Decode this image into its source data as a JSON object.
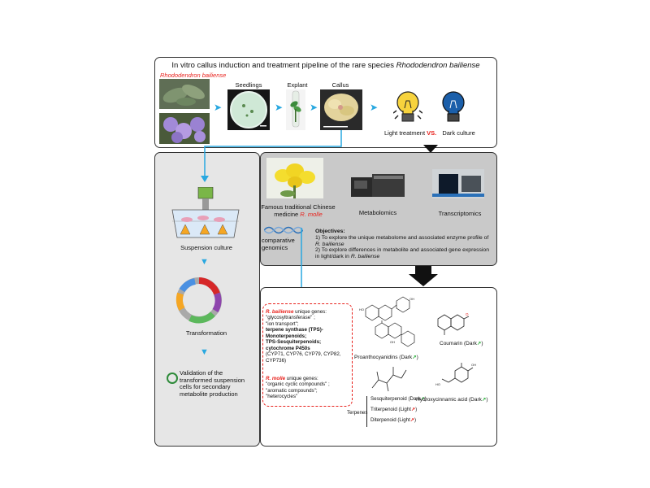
{
  "top_panel": {
    "title_text": "In vitro callus induction and treatment pipeline of the rare species ",
    "title_species": "Rhododendron bailiense",
    "species_label": "Rhododendron bailiense",
    "steps": [
      "Seedlings",
      "Explant",
      "Callus"
    ],
    "light_label": "Light treatment",
    "vs_label": "VS.",
    "dark_label": "Dark culture"
  },
  "left_panel": {
    "suspension_label": "Suspension culture",
    "transformation_label": "Transformation",
    "validation_text": "Validation of the transformed suspension cells for secondary metabolite production"
  },
  "middle_panel": {
    "medicine_line1": "Famous traditional Chinese",
    "medicine_line2": "medicine ",
    "medicine_species": "R. molle",
    "metabolomics_label": "Metabolomics",
    "transcriptomics_label": "Transcriptomics",
    "genomics_line1": "comparative",
    "genomics_line2": "genomics",
    "objectives_title": "Objectives:",
    "objective1_text": "1) To explore the unique metabolome and associated enzyme profile of ",
    "objective1_species": "R. bailiense",
    "objective2_text": "2) To explore differences in metabolite and associated gene expression in light/dark in ",
    "objective2_species": "R. bailiense"
  },
  "bottom_panel": {
    "rb_species": "R. bailiense",
    "rb_suffix": " unique genes:",
    "rb_genes": [
      "\"glycosyltransferase\" ;",
      "\"ion transport\";"
    ],
    "rb_bold_genes": [
      "terpene synthase (TPS)-",
      "Monoterpenoids;",
      "TPS-Sesquiterpenoids;",
      "cytochrome P450s"
    ],
    "rb_cyp": "(CYP71, CYP76, CYP79, CYP82, CYP736)",
    "rm_species": "R. molle",
    "rm_suffix": " unique genes:",
    "rm_genes": [
      "\"organic cyclic compounds\" ;",
      "\"aromatic compounds\";",
      "\"heterocycles\""
    ],
    "proanthocyanidins_label": "Proanthocyanidins (Dark",
    "coumarin_label": "Coumarin (Dark",
    "terpenes_label": "Terpenes",
    "sesquiterpenoid_label": "Sesquiterpenoid (Dark",
    "triterpenoid_label": "Triterpenoid (Light",
    "diterpenoid_label": "Diterpenoid (Light",
    "hydroxycinnamic_label": "Hydroxycinnamic acid (Dark",
    "close_paren": ")"
  },
  "colors": {
    "arrow_blue": "#29a8e0",
    "panel_gray": "#e6e6e6",
    "panel_dark_gray": "#c9c9c9",
    "accent_red": "#e8201b",
    "up_green": "#3bb54a",
    "up_red": "#e8201b"
  }
}
